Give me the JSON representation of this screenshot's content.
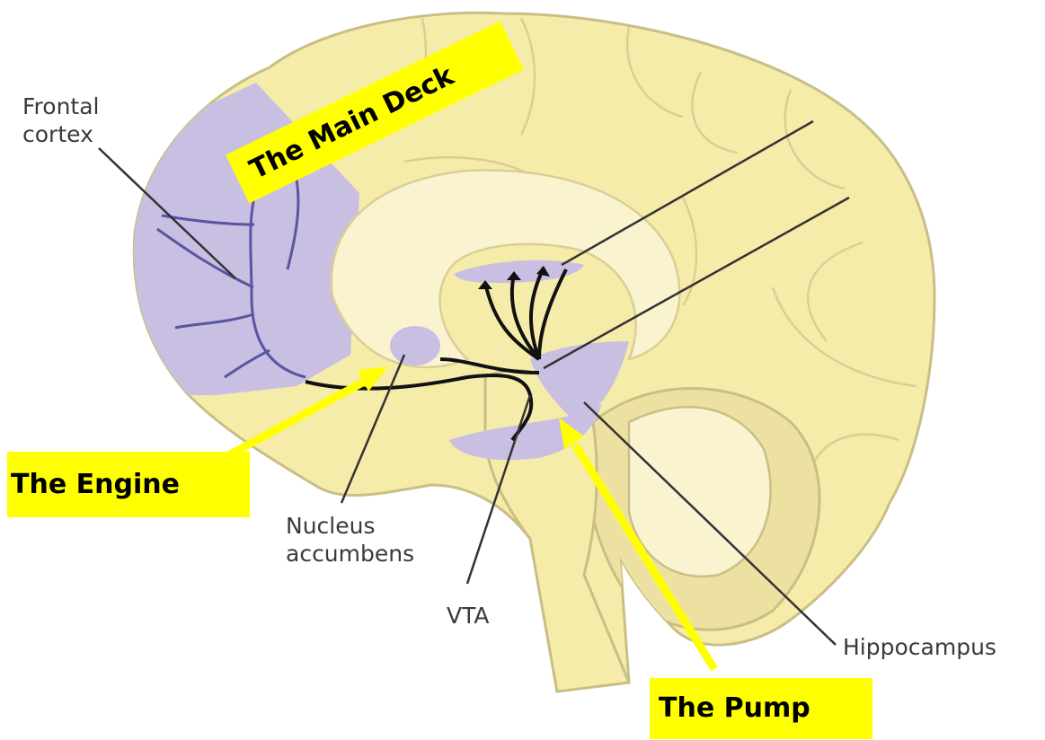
{
  "labels": {
    "frontal_cortex": "Frontal\ncortex",
    "nucleus_accumbens": "Nucleus\naccumbens",
    "vta": "VTA",
    "hippocampus": "Hippocampus"
  },
  "highlights": {
    "main_deck": "The Main Deck",
    "engine": "The Engine",
    "pump": "The Pump"
  },
  "colors": {
    "brain_fill": "#f6ecaa",
    "brain_outline": "#c9bf86",
    "inner_light": "#faf3cf",
    "pathway_purple": "#c8bfe3",
    "nerve_line": "#5a55a0",
    "highlight_yellow": "#ffff00"
  }
}
